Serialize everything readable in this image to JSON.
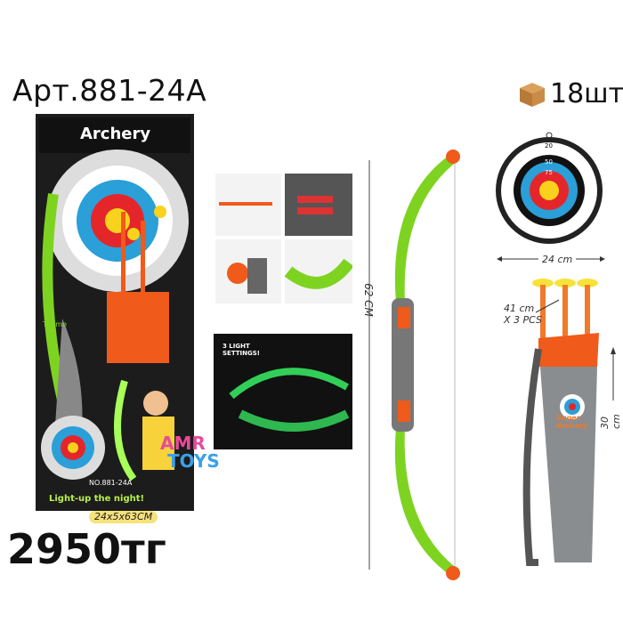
{
  "header": {
    "article": "Арт.881-24А",
    "quantity": "18шт",
    "quantity_icon": "package-icon"
  },
  "price": {
    "value": "2950тг",
    "box_size": "24x5x63CM"
  },
  "box": {
    "title": "Archery",
    "model": "NO.881-24A",
    "slogan": "Light-up the night!",
    "badge": "Try me"
  },
  "target_rings": [
    "20",
    "50",
    "75",
    "10"
  ],
  "insets": {
    "light_label": "3 LIGHT SETTINGS!"
  },
  "dimensions": {
    "bow_length": "62 CM",
    "target_width": "24 cm",
    "arrow_length": "41 cm",
    "arrow_count": "X 3 PCS",
    "quiver_height": "30 cm"
  },
  "quiver": {
    "brand": "Super Archery"
  },
  "watermark": {
    "line1": "AMR",
    "line2": "TOYS"
  },
  "colors": {
    "orange": "#f05a1a",
    "green": "#7ed321",
    "gray": "#8a8d90"
  }
}
